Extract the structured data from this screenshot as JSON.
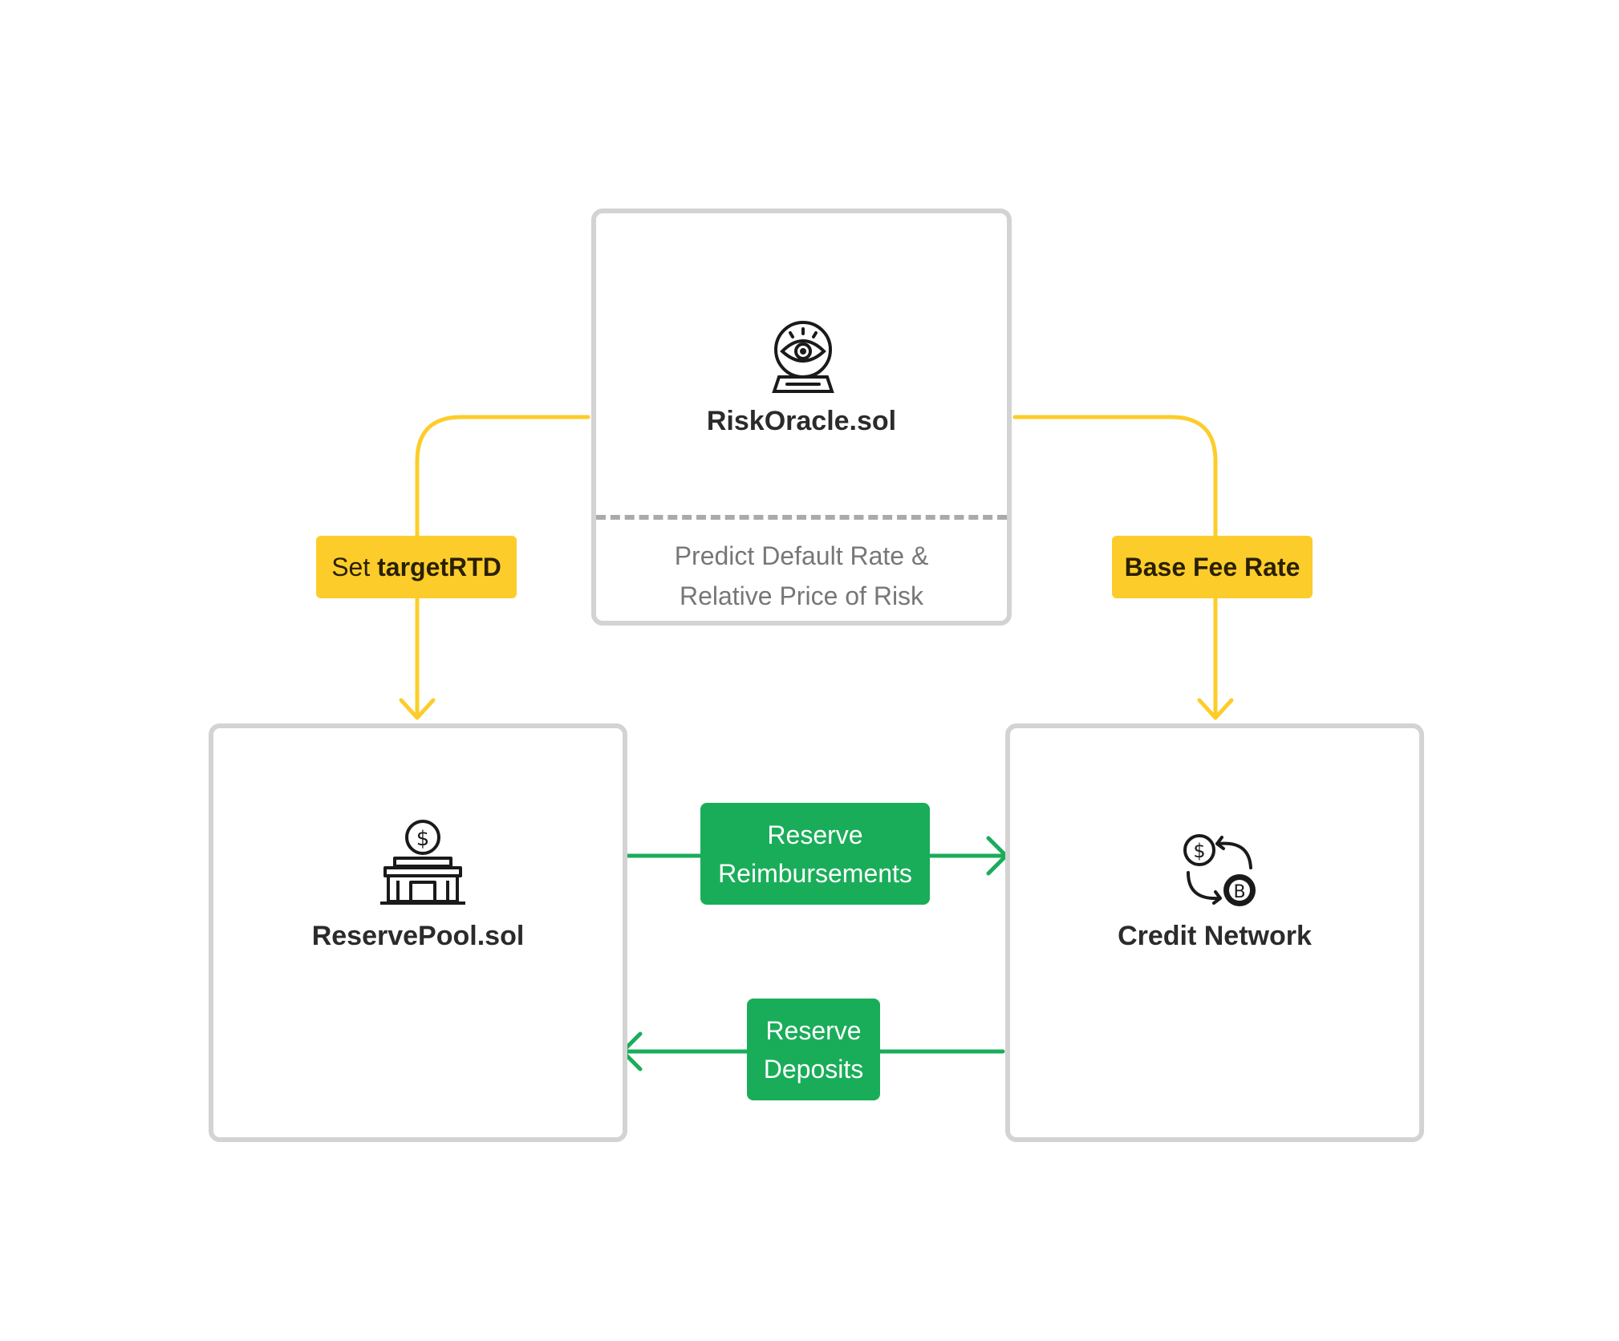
{
  "colors": {
    "box_border": "#d3d3d3",
    "yellow_connector": "#fccd2a",
    "green_connector": "#1aad59",
    "title_text": "#2b2b2b",
    "subtitle_text": "#777777"
  },
  "nodes": {
    "risk_oracle": {
      "title": "RiskOracle.sol",
      "description": "Predict Default Rate &\nRelative Price of Risk",
      "icon": "crystal-ball-eye-icon"
    },
    "reserve_pool": {
      "title": "ReservePool.sol",
      "icon": "bank-dollar-icon"
    },
    "credit_network": {
      "title": "Credit Network",
      "icon": "currency-exchange-icon"
    }
  },
  "edges": {
    "set_target": {
      "prefix": "Set ",
      "bold": "targetRTD",
      "from": "RiskOracle.sol",
      "to": "ReservePool.sol"
    },
    "base_fee": {
      "label": "Base Fee Rate",
      "from": "RiskOracle.sol",
      "to": "Credit Network"
    },
    "reimbursements": {
      "label": "Reserve\nReimbursements",
      "from": "ReservePool.sol",
      "to": "Credit Network"
    },
    "deposits": {
      "label": "Reserve\nDeposits",
      "from": "Credit Network",
      "to": "ReservePool.sol"
    }
  }
}
